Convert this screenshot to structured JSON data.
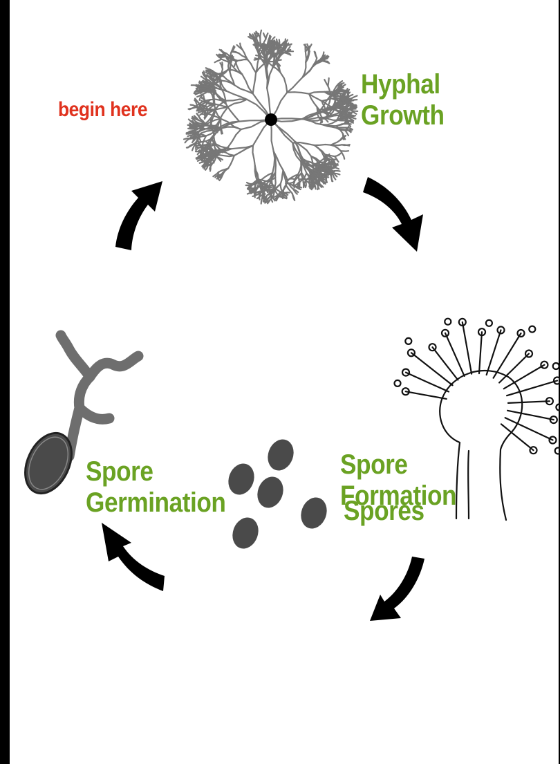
{
  "diagram": {
    "start_label": "begin here",
    "stages": {
      "hyphal_growth": {
        "line1": "Hyphal",
        "line2": "Growth"
      },
      "spore_formation": {
        "line1": "Spore",
        "line2": "Formation"
      },
      "spores": {
        "line1": "Spores"
      },
      "spore_germination": {
        "line1": "Spore",
        "line2": "Germination"
      }
    }
  },
  "colors": {
    "stage_label": "#6aa223",
    "start_label": "#e0321e",
    "arrow": "#000000",
    "spore_fill": "#4a4a4a",
    "hyphae_stroke": "#777777"
  },
  "icons": [
    "mycelium-icon",
    "conidiophore-icon",
    "spores-icon",
    "germinating-spore-icon",
    "cycle-arrow-icon"
  ]
}
